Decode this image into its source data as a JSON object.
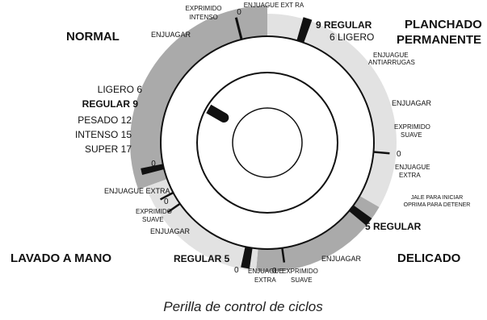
{
  "caption": "Perilla de control de ciclos",
  "colors": {
    "dark_band": "#aaaaaa",
    "light_band": "#e2e2e2",
    "ink": "#111111"
  },
  "sections": {
    "normal": "NORMAL",
    "planchado_1": "PLANCHADO",
    "planchado_2": "PERMANENTE",
    "lavado_a_mano": "LAVADO A MANO",
    "delicado": "DELICADO"
  },
  "normal_settings": {
    "ligero": "LIGERO 6",
    "regular": "REGULAR 9",
    "pesado": "PESADO 12",
    "intenso": "INTENSO 15",
    "super": "SUPER 17",
    "enjuagar": "ENJUAGAR",
    "exprimido_1": "EXPRIMIDO",
    "exprimido_2": "INTENSO",
    "zero_top": "0",
    "enjuague_top": "ENJUAGUE EXT RA",
    "zero_left": "0"
  },
  "planchado_settings": {
    "regular": "9 REGULAR",
    "ligero": "6 LIGERO",
    "antiarr_1": "ENJUAGUE",
    "antiarr_2": "ANTIARRUGAS",
    "enjuagar": "ENJUAGAR",
    "exprimido_1": "EXPRIMIDO",
    "exprimido_2": "SUAVE",
    "zero": "0",
    "extra_1": "ENJUAGUE",
    "extra_2": "EXTRA"
  },
  "instructions": {
    "line1": "JALE PARA INICIAR",
    "line2": "OPRIMA PARA DETENER"
  },
  "delicado_settings": {
    "regular": "5 REGULAR",
    "enjuagar": "ENJUAGAR",
    "zero": "0",
    "exprimido_1": "EXPRIMIDO",
    "exprimido_2": "SUAVE"
  },
  "hand_wash_settings": {
    "regular": "REGULAR 5",
    "zero_bottom": "0",
    "extra_1": "ENJUAGUE",
    "extra_2": "EXTRA",
    "enjuagar": "ENJUAGAR",
    "exprimido_1": "EXPRIMIDO",
    "exprimido_2": "SUAVE",
    "zero_left": "0",
    "enjuague_extra": "ENJUAGUE EXTRA"
  }
}
